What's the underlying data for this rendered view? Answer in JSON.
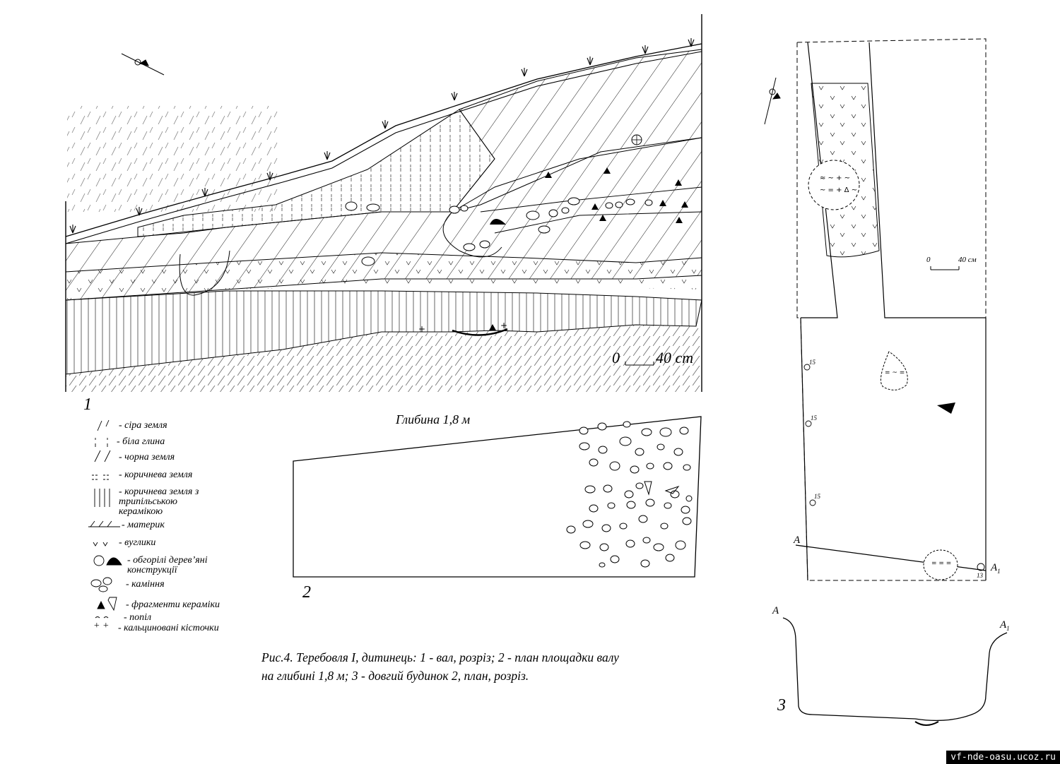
{
  "figure": {
    "panel_labels": {
      "p1": "1",
      "p2": "2",
      "p3": "3"
    },
    "depth_label": "Глибина 1,8 м",
    "scale1": {
      "zero": "0",
      "value": "40 cm"
    },
    "scale3": {
      "zero": "0",
      "value": "40 см"
    },
    "section_points": {
      "a": "A",
      "a1": "A",
      "sub": "1"
    },
    "pit_marks": [
      "15",
      "15",
      "15",
      "13"
    ],
    "caption_line1": "Рис.4.   Теребовля І, дитинець: 1 - вал, розріз; 2 - план площадки валу",
    "caption_line2": "на глибині 1,8 м; 3 - довгий будинок 2, план, розріз.",
    "watermark": "vf-nde-oasu.ucoz.ru"
  },
  "legend": [
    {
      "label": "- сіра земля"
    },
    {
      "label": "- біла глина"
    },
    {
      "label": "- чорна земля"
    },
    {
      "label": "- коричнева земля"
    },
    {
      "label": "- коричнева земля з трипільською керамікою"
    },
    {
      "label": "- материк"
    },
    {
      "label": "- вуглики"
    },
    {
      "label": "- обгорілі дерев’яні конструкції"
    },
    {
      "label": "- каміння"
    },
    {
      "label": "- фрагменти кераміки"
    },
    {
      "label": "- попіл"
    },
    {
      "label": "- кальциновані кісточки"
    }
  ]
}
